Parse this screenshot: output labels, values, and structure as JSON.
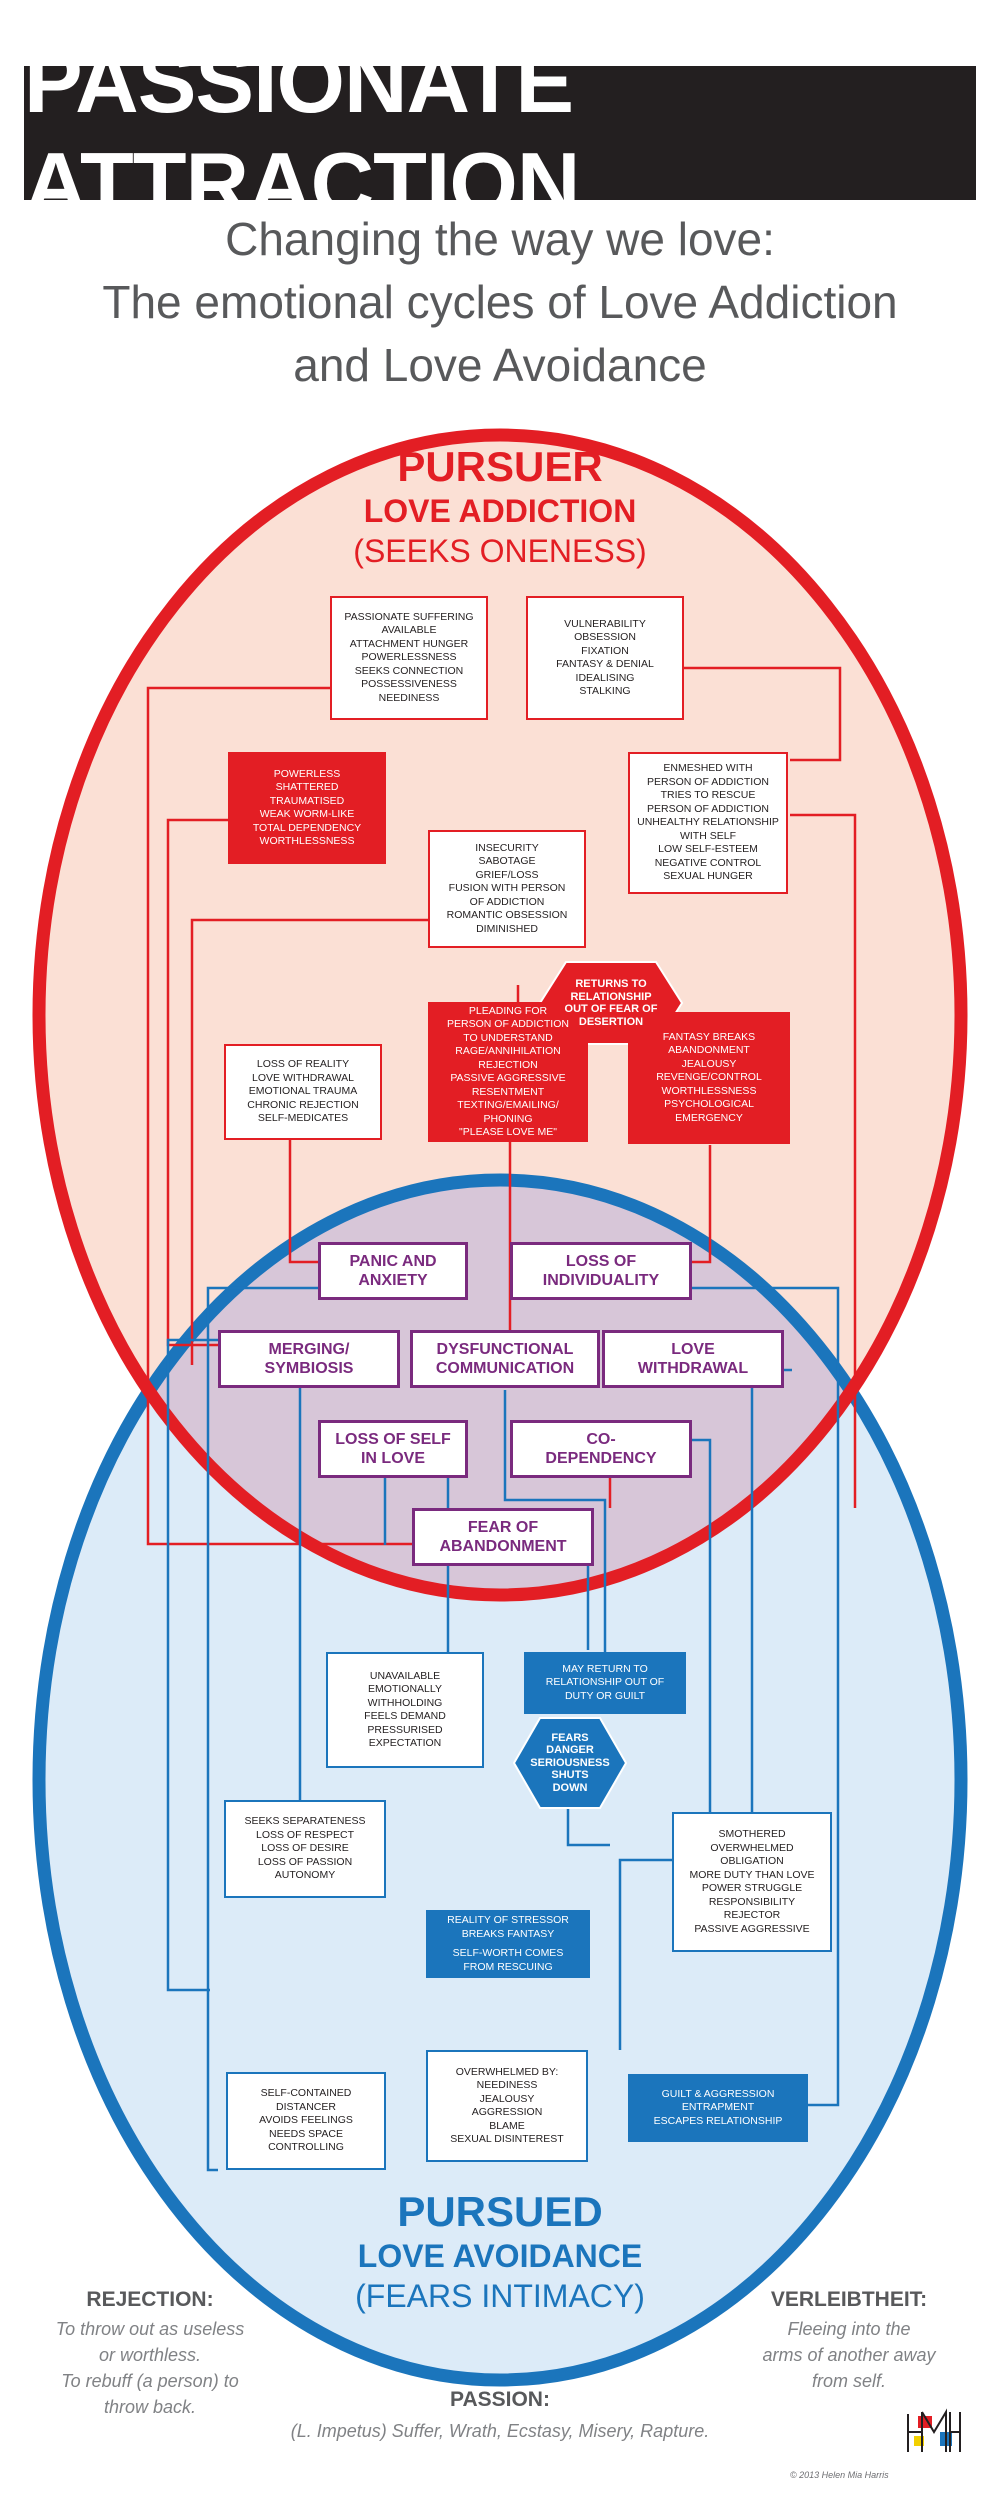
{
  "title": "PASSIONATE ATTRACTION",
  "subtitle_lines": [
    "Changing the way we love:",
    "The emotional cycles of Love Addiction",
    "and Love Avoidance"
  ],
  "pursuer": {
    "title": "PURSUER",
    "subtitle": "LOVE ADDICTION",
    "tagline": "(SEEKS ONENESS)"
  },
  "pursued": {
    "title": "PURSUED",
    "subtitle": "LOVE AVOIDANCE",
    "tagline": "(FEARS INTIMACY)"
  },
  "colors": {
    "red": "#e31e24",
    "pink_fill": "#fbe0d5",
    "blue": "#1b75bc",
    "blue_fill": "#dcebf8",
    "overlap_fill": "#d7c6d8",
    "purple": "#7a2a7e",
    "title_bar": "#231f20"
  },
  "red_boxes": [
    [
      "PASSIONATE SUFFERING",
      "AVAILABLE",
      "ATTACHMENT HUNGER",
      "POWERLESSNESS",
      "SEEKS CONNECTION",
      "POSSESSIVENESS",
      "NEEDINESS"
    ],
    [
      "VULNERABILITY",
      "OBSESSION",
      "FIXATION",
      "FANTASY & DENIAL",
      "IDEALISING",
      "STALKING"
    ],
    [
      "POWERLESS",
      "SHATTERED",
      "TRAUMATISED",
      "WEAK WORM-LIKE",
      "TOTAL DEPENDENCY",
      "WORTHLESSNESS"
    ],
    [
      "ENMESHED WITH",
      "PERSON OF ADDICTION",
      "TRIES TO RESCUE",
      "PERSON OF ADDICTION",
      "UNHEALTHY RELATIONSHIP",
      "WITH SELF",
      "LOW SELF-ESTEEM",
      "NEGATIVE CONTROL",
      "SEXUAL HUNGER"
    ],
    [
      "INSECURITY",
      "SABOTAGE",
      "GRIEF/LOSS",
      "FUSION WITH PERSON",
      "OF ADDICTION",
      "ROMANTIC OBSESSION",
      "DIMINISHED"
    ],
    [
      "PLEADING FOR",
      "PERSON OF ADDICTION",
      "TO UNDERSTAND",
      "RAGE/ANNIHILATION",
      "REJECTION",
      "PASSIVE AGGRESSIVE",
      "RESENTMENT",
      "TEXTING/EMAILING/",
      "PHONING",
      "\"PLEASE LOVE ME\""
    ],
    [
      "FANTASY BREAKS",
      "ABANDONMENT",
      "JEALOUSY",
      "REVENGE/CONTROL",
      "WORTHLESSNESS",
      "PSYCHOLOGICAL",
      "EMERGENCY"
    ],
    [
      "LOSS OF REALITY",
      "LOVE WITHDRAWAL",
      "EMOTIONAL TRAUMA",
      "CHRONIC REJECTION",
      "SELF-MEDICATES"
    ]
  ],
  "red_hex": [
    "RETURNS TO",
    "RELATIONSHIP",
    "OUT OF FEAR OF",
    "DESERTION"
  ],
  "overlap_boxes": [
    [
      "PANIC AND",
      "ANXIETY"
    ],
    [
      "LOSS OF",
      "INDIVIDUALITY"
    ],
    [
      "MERGING/",
      "SYMBIOSIS"
    ],
    [
      "DYSFUNCTIONAL",
      "COMMUNICATION"
    ],
    [
      "LOVE",
      "WITHDRAWAL"
    ],
    [
      "LOSS OF SELF",
      "IN LOVE"
    ],
    [
      "CO-",
      "DEPENDENCY"
    ],
    [
      "FEAR OF",
      "ABANDONMENT"
    ]
  ],
  "blue_boxes": [
    [
      "UNAVAILABLE",
      "EMOTIONALLY",
      "WITHHOLDING",
      "FEELS DEMAND",
      "PRESSURISED",
      "EXPECTATION"
    ],
    [
      "MAY RETURN TO",
      "RELATIONSHIP OUT OF",
      "DUTY OR GUILT"
    ],
    [
      "SEEKS SEPARATENESS",
      "LOSS OF RESPECT",
      "LOSS OF DESIRE",
      "LOSS OF PASSION",
      "AUTONOMY"
    ],
    [
      "SMOTHERED",
      "OVERWHELMED",
      "OBLIGATION",
      "MORE DUTY THAN LOVE",
      "POWER STRUGGLE",
      "RESPONSIBILITY",
      "REJECTOR",
      "PASSIVE AGGRESSIVE"
    ],
    [
      "REALITY OF STRESSOR",
      "BREAKS FANTASY",
      "",
      "SELF-WORTH COMES",
      "FROM RESCUING"
    ],
    [
      "SELF-CONTAINED",
      "DISTANCER",
      "AVOIDS FEELINGS",
      "NEEDS SPACE",
      "CONTROLLING"
    ],
    [
      "OVERWHELMED BY:",
      "NEEDINESS",
      "JEALOUSY",
      "AGGRESSION",
      "BLAME",
      "SEXUAL DISINTEREST"
    ],
    [
      "GUILT & AGGRESSION",
      "ENTRAPMENT",
      "ESCAPES RELATIONSHIP"
    ]
  ],
  "blue_hex": [
    "FEARS",
    "DANGER",
    "SERIOUSNESS",
    "SHUTS",
    "DOWN"
  ],
  "definitions": {
    "rejection": {
      "heading": "REJECTION:",
      "lines": [
        "To throw out as useless",
        "or worthless.",
        "To rebuff (a person) to",
        "throw back."
      ]
    },
    "verleibtheit": {
      "heading": "VERLEIBTHEIT:",
      "lines": [
        "Fleeing into the",
        "arms of another away",
        "from self."
      ]
    },
    "passion": {
      "heading": "PASSION:",
      "text": "(L. Impetus) Suffer, Wrath, Ecstasy, Misery, Rapture."
    }
  },
  "credit": "© 2013 Helen Mia Harris"
}
